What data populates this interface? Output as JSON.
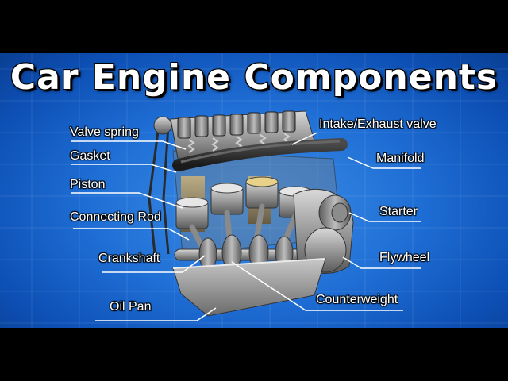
{
  "title": "Car Engine Components",
  "labels": {
    "valve_spring": "Valve spring",
    "gasket": "Gasket",
    "piston": "Piston",
    "connecting_rod": "Connecting Rod",
    "crankshaft": "Crankshaft",
    "oil_pan": "Oil Pan",
    "intake_exhaust_valve": "Intake/Exhaust valve",
    "manifold": "Manifold",
    "starter": "Starter",
    "flywheel": "Flywheel",
    "counterweight": "Counterweight"
  },
  "colors": {
    "background_blue": "#1f6fd6",
    "label_text": "#ffffff",
    "leader_line": "#ffffff",
    "engine_metal": "#9a9a9a"
  }
}
